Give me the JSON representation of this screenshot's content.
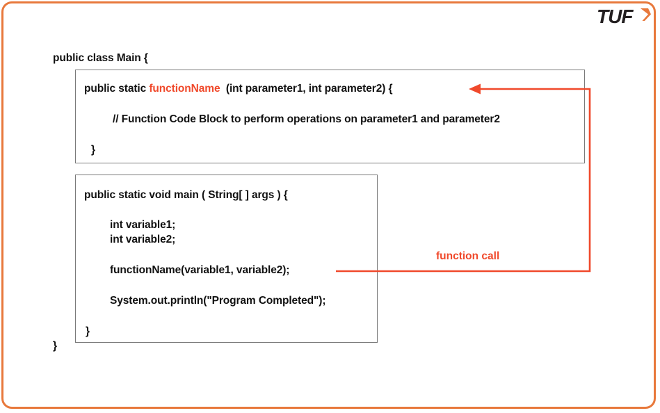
{
  "page": {
    "title": "Java function structure diagram",
    "frame_color": "#e8793c",
    "accent_color": "#f0492b",
    "box_border_color": "#7a7a7a",
    "text_color": "#111111",
    "background": "#ffffff"
  },
  "logo": {
    "text": "TUF",
    "chevron_icon": "chevron-right-icon",
    "text_color": "#231f20",
    "chevron_color": "#e8793c"
  },
  "code": {
    "class_header": "public class Main {",
    "class_close": "}",
    "function_box": {
      "signature_prefix": "public static ",
      "signature_name": "functionName",
      "signature_suffix": "  (int parameter1, int parameter2) {",
      "comment": "// Function Code Block to perform operations on parameter1 and parameter2",
      "close": "}"
    },
    "main_box": {
      "signature": "public static void main ( String[ ] args ) {",
      "var1": "int variable1;",
      "var2": "int variable2;",
      "call": "functionName(variable1, variable2);",
      "print": "System.out.println(\"Program Completed\");",
      "close": "}"
    }
  },
  "annotation": {
    "label": "function call",
    "label_color": "#f0492b",
    "arrow_icon": "arrow-left-icon",
    "connector_color": "#f0492b"
  }
}
